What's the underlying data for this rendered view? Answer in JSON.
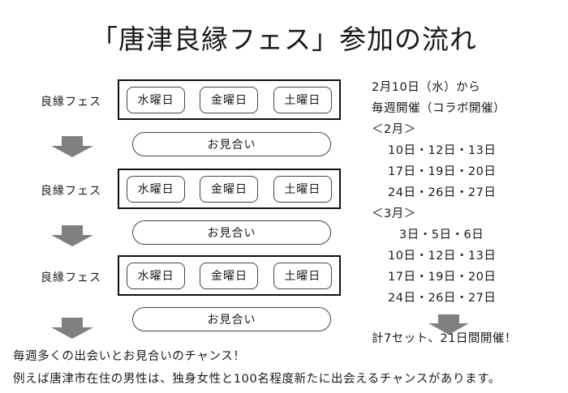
{
  "title": "「唐津良縁フェス」参加の流れ",
  "colors": {
    "arrow_gray": "#808080",
    "box_border": "#111111",
    "chip_border": "#444444",
    "text": "#1a1a1a",
    "background": "#ffffff"
  },
  "flow": {
    "stages": [
      {
        "label": "良縁フェス",
        "days": [
          "水曜日",
          "金曜日",
          "土曜日"
        ],
        "meeting": "お見合い"
      },
      {
        "label": "良縁フェス",
        "days": [
          "水曜日",
          "金曜日",
          "土曜日"
        ],
        "meeting": "お見合い"
      },
      {
        "label": "良縁フェス",
        "days": [
          "水曜日",
          "金曜日",
          "土曜日"
        ],
        "meeting": "お見合い"
      }
    ],
    "arrow_icon": "arrow-down-icon"
  },
  "schedule": {
    "lines": [
      {
        "text": "2月10日（水）から",
        "indent": 0
      },
      {
        "text": "毎週開催（コラボ開催）",
        "indent": 0
      },
      {
        "text": "＜2月＞",
        "indent": 0
      },
      {
        "text": "10日・12日・13日",
        "indent": 1
      },
      {
        "text": "17日・19日・20日",
        "indent": 1
      },
      {
        "text": "24日・26日・27日",
        "indent": 1
      },
      {
        "text": "＜3月＞",
        "indent": 0
      },
      {
        "text": "3日・5日・6日",
        "indent": 2
      },
      {
        "text": "10日・12日・13日",
        "indent": 1
      },
      {
        "text": "17日・19日・20日",
        "indent": 1
      },
      {
        "text": "24日・26日・27日",
        "indent": 1
      }
    ],
    "summary_arrow_icon": "arrow-down-icon",
    "summary": "計7セット、21日間開催！"
  },
  "footnotes": [
    "毎週多くの出会いとお見合いのチャンス！",
    "例えば唐津市在住の男性は、独身女性と100名程度新たに出会えるチャンスがあります。"
  ]
}
